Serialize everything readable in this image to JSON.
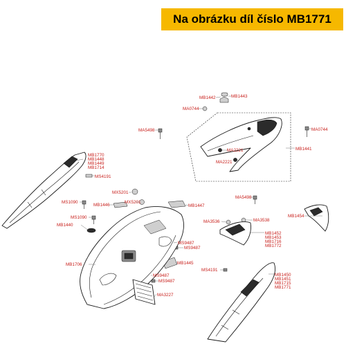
{
  "header": {
    "caption": "Na obrázku díl číslo MB1771"
  },
  "labels": {
    "mb1442": "MB1442",
    "mb1443": "MB1443",
    "ma0744_top": "MA0744",
    "ma5498_left": "MA5498",
    "ma0744_right": "MA0744",
    "mb1770_group": [
      "MB1770",
      "MB1448",
      "MB1449",
      "MB1714"
    ],
    "ma2221_a": "MA2221",
    "ma2221_b": "MA2221",
    "mb1441": "MB1441",
    "ms4191_a": "MS4191",
    "mx5201_a": "MX5201",
    "mx5201_b": "MX5201",
    "ms1090_a": "MS1090",
    "mb1446": "MB1446",
    "mb1447": "MB1447",
    "ma5498_mid": "MA5498",
    "mb1454": "MB1454",
    "ms1090_b": "MS1090",
    "mb1440": "MB1440",
    "ma3536": "MA3536",
    "ma3538": "MA3538",
    "mb1452_group": [
      "MB1452",
      "MB1453",
      "MB1716",
      "MB1772"
    ],
    "ms9487_a": "MS9487",
    "ms9487_b": "MS9487",
    "mb1706": "MB1706",
    "mb1445": "MB1445",
    "ms4191_b": "MS4191",
    "mb1450_group": [
      "MB1450",
      "MB1451",
      "MB1715",
      "MB1771"
    ],
    "ms9487_c": "MS9487",
    "ms9487_d": "MS9487",
    "ma3227": "MA3227"
  },
  "colors": {
    "banner": "#f6b800",
    "label_text": "#c8201c",
    "line_art": "#1a1a1a"
  }
}
